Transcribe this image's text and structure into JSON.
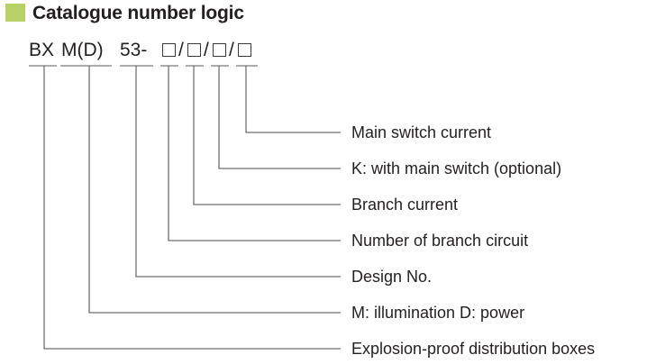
{
  "title": {
    "text": "Catalogue number logic",
    "marker_color": "#b7d166",
    "marker_icon": "green-square-bullet"
  },
  "code": {
    "segments": [
      {
        "id": "prefix",
        "text": "BX"
      },
      {
        "id": "type",
        "text": "M(D)"
      },
      {
        "id": "design",
        "text": "53-"
      }
    ],
    "placeholder_glyph": "□",
    "separator": "/",
    "placeholder_count": 4,
    "full_text": "BX M(D) 53- □/□/□/□"
  },
  "callouts": [
    {
      "id": "main-switch-current",
      "label": "Main switch current"
    },
    {
      "id": "with-main-switch",
      "label": "K: with main switch (optional)"
    },
    {
      "id": "branch-current",
      "label": "Branch current"
    },
    {
      "id": "number-of-branch-circuit",
      "label": "Number of branch circuit"
    },
    {
      "id": "design-no",
      "label": "Design No."
    },
    {
      "id": "illumination-power",
      "label": "M: illumination   D: power"
    },
    {
      "id": "explosion-proof-boxes",
      "label": "Explosion-proof distribution boxes"
    }
  ],
  "colors": {
    "text": "#231f20",
    "line": "#5a5a5a",
    "accent": "#b7d166",
    "background": "#ffffff"
  }
}
